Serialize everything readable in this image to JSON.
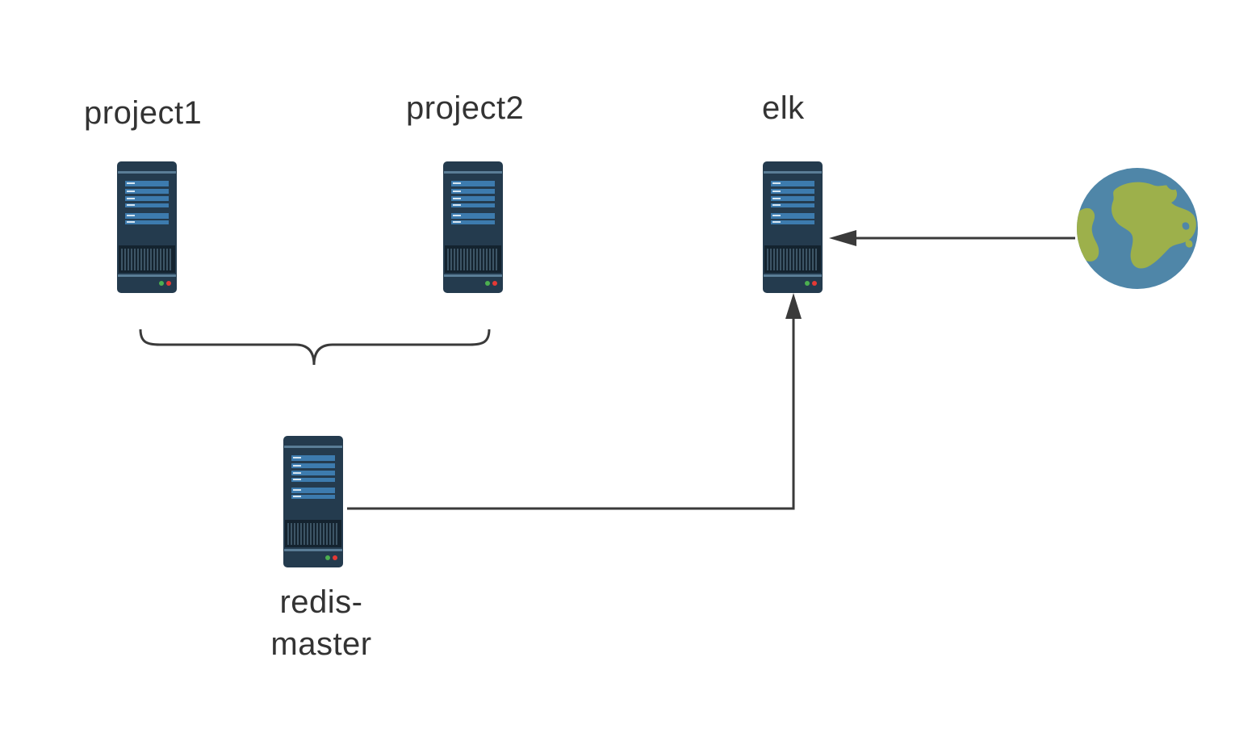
{
  "nodes": {
    "project1": {
      "label": "project1",
      "icon": "server-icon"
    },
    "project2": {
      "label": "project2",
      "icon": "server-icon"
    },
    "elk": {
      "label": "elk",
      "icon": "server-icon"
    },
    "redis": {
      "label_line1": "redis-",
      "label_line2": "master",
      "icon": "server-icon"
    },
    "internet": {
      "icon": "globe-icon"
    }
  },
  "edges": [
    {
      "from": "internet",
      "to": "elk",
      "arrow": "end"
    },
    {
      "from": "redis",
      "to": "elk",
      "arrow": "end"
    }
  ],
  "groups": [
    {
      "members": [
        "project1",
        "project2"
      ],
      "symbol": "curly-brace"
    }
  ],
  "colors": {
    "server_body": "#243b4e",
    "server_panel": "#3d7bae",
    "globe_ocean": "#4f86a8",
    "globe_land": "#9db04b",
    "line": "#3a3a3a",
    "text": "#333333"
  }
}
